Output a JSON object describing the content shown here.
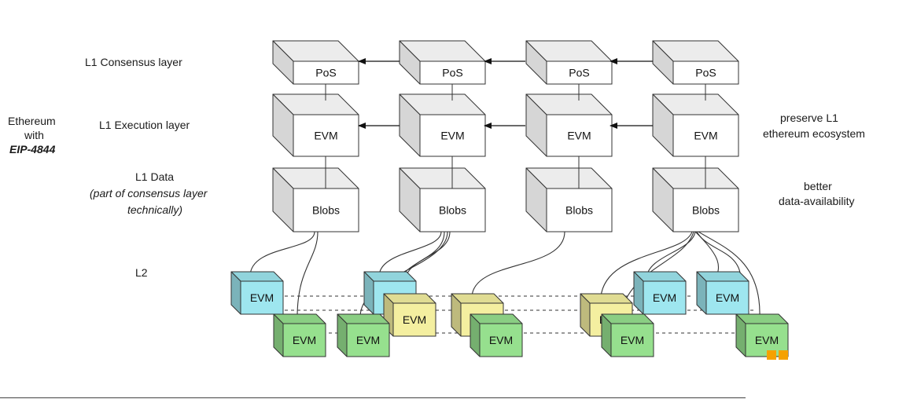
{
  "labels": {
    "consensus": "L1 Consensus layer",
    "execution": "L1 Execution layer",
    "data_title": "L1 Data",
    "data_note": "(part of consensus layer",
    "data_note2": "technically)",
    "l2": "L2",
    "ethereum_line1": "Ethereum",
    "ethereum_line2": "with",
    "ethereum_line3": "EIP-4844",
    "right_exec_line1": "preserve L1",
    "right_exec_line2": "ethereum ecosystem",
    "right_data_line1": "better",
    "right_data_line2": "data-availability"
  },
  "boxes": {
    "pos": "PoS",
    "evm": "EVM",
    "blobs": "Blobs"
  },
  "colors": {
    "l1_front": "#ffffff",
    "l1_top": "#ececec",
    "l1_side": "#d6d6d6",
    "l2_cyan": "#9ee6ef",
    "l2_green": "#96e08e",
    "l2_yellow": "#f4efa0",
    "accent_orange": "#f5a100"
  }
}
